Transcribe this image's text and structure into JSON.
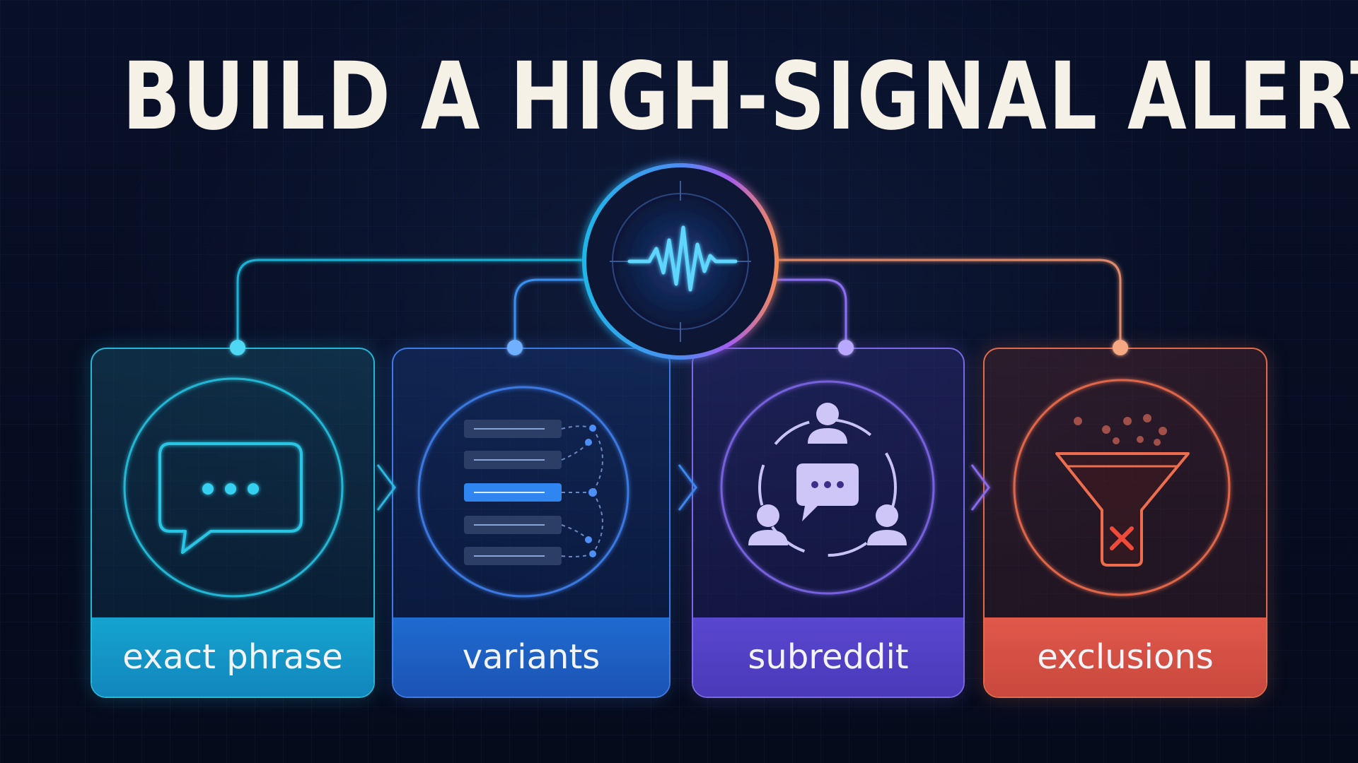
{
  "title": "BUILD A HIGH-SIGNAL ALERT",
  "steps": [
    {
      "label": "exact phrase",
      "icon": "chat-bubble-icon",
      "color": "#23b8d6"
    },
    {
      "label": "variants",
      "icon": "list-branches-icon",
      "color": "#3b7be6"
    },
    {
      "label": "subreddit",
      "icon": "community-icon",
      "color": "#7a68e4"
    },
    {
      "label": "exclusions",
      "icon": "funnel-exclude-icon",
      "color": "#e06a4a"
    }
  ],
  "hub": {
    "icon": "signal-pulse-icon"
  },
  "colors": {
    "background": "#070c1d",
    "title": "#f6f1e6",
    "cyan": "#23b8d6",
    "blue": "#3b7be6",
    "purple": "#7a68e4",
    "orange": "#e06a4a"
  }
}
